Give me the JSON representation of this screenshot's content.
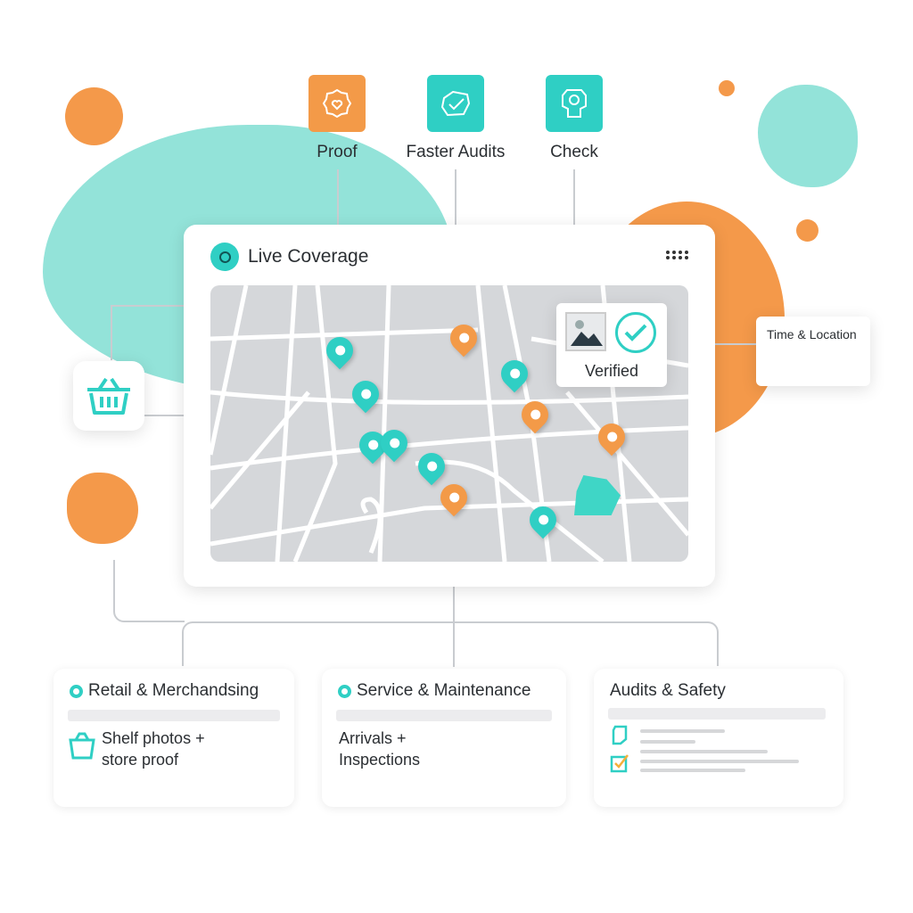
{
  "top_features": [
    {
      "label": "Proof",
      "icon": "badge-heart-icon",
      "color": "#f39a48"
    },
    {
      "label": "Faster Audits",
      "icon": "badge-check-icon",
      "color": "#2fcfc4"
    },
    {
      "label": "Check",
      "icon": "camera-icon",
      "color": "#2fcfc4"
    }
  ],
  "panel": {
    "title": "Live Coverage",
    "menu_icon": "dots-grid-icon"
  },
  "verified": {
    "label": "Verified"
  },
  "time_location": {
    "label": "Time & Location"
  },
  "categories": [
    {
      "title": "Retail & Merchandsing",
      "text_line1": "Shelf photos +",
      "text_line2": "store proof"
    },
    {
      "title": "Service & Maintenance",
      "text_line1": "Arrivals +",
      "text_line2": "Inspections"
    },
    {
      "title": "Audits & Safety"
    }
  ],
  "colors": {
    "teal": "#2fcfc4",
    "orange": "#f39a48",
    "blob": "#93e3d9"
  }
}
